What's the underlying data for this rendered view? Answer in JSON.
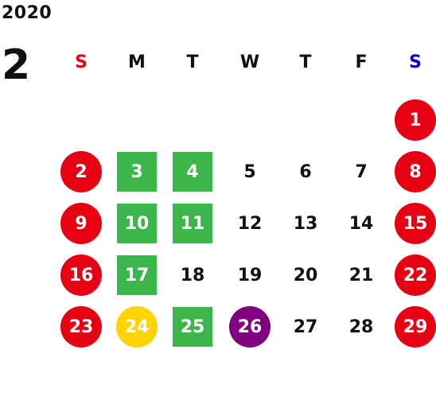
{
  "year": "2020",
  "month": "2",
  "weekdays": [
    {
      "label": "S",
      "color": "#e60012"
    },
    {
      "label": "M",
      "color": "#111111"
    },
    {
      "label": "T",
      "color": "#111111"
    },
    {
      "label": "W",
      "color": "#111111"
    },
    {
      "label": "T",
      "color": "#111111"
    },
    {
      "label": "F",
      "color": "#111111"
    },
    {
      "label": "S",
      "color": "#0000cc"
    }
  ],
  "colors": {
    "red": "#e60012",
    "green": "#3cb54a",
    "yellow": "#ffd400",
    "purple": "#800080"
  },
  "days": [
    {
      "day": "1",
      "week": 0,
      "weekday": 6,
      "mark": "red-circle"
    },
    {
      "day": "2",
      "week": 1,
      "weekday": 0,
      "mark": "red-circle"
    },
    {
      "day": "3",
      "week": 1,
      "weekday": 1,
      "mark": "green-square"
    },
    {
      "day": "4",
      "week": 1,
      "weekday": 2,
      "mark": "green-square"
    },
    {
      "day": "5",
      "week": 1,
      "weekday": 3,
      "mark": "none"
    },
    {
      "day": "6",
      "week": 1,
      "weekday": 4,
      "mark": "none"
    },
    {
      "day": "7",
      "week": 1,
      "weekday": 5,
      "mark": "none"
    },
    {
      "day": "8",
      "week": 1,
      "weekday": 6,
      "mark": "red-circle"
    },
    {
      "day": "9",
      "week": 2,
      "weekday": 0,
      "mark": "red-circle"
    },
    {
      "day": "10",
      "week": 2,
      "weekday": 1,
      "mark": "green-square"
    },
    {
      "day": "11",
      "week": 2,
      "weekday": 2,
      "mark": "green-square"
    },
    {
      "day": "12",
      "week": 2,
      "weekday": 3,
      "mark": "none"
    },
    {
      "day": "13",
      "week": 2,
      "weekday": 4,
      "mark": "none"
    },
    {
      "day": "14",
      "week": 2,
      "weekday": 5,
      "mark": "none"
    },
    {
      "day": "15",
      "week": 2,
      "weekday": 6,
      "mark": "red-circle"
    },
    {
      "day": "16",
      "week": 3,
      "weekday": 0,
      "mark": "red-circle"
    },
    {
      "day": "17",
      "week": 3,
      "weekday": 1,
      "mark": "green-square"
    },
    {
      "day": "18",
      "week": 3,
      "weekday": 2,
      "mark": "none"
    },
    {
      "day": "19",
      "week": 3,
      "weekday": 3,
      "mark": "none"
    },
    {
      "day": "20",
      "week": 3,
      "weekday": 4,
      "mark": "none"
    },
    {
      "day": "21",
      "week": 3,
      "weekday": 5,
      "mark": "none"
    },
    {
      "day": "22",
      "week": 3,
      "weekday": 6,
      "mark": "red-circle"
    },
    {
      "day": "23",
      "week": 4,
      "weekday": 0,
      "mark": "red-circle"
    },
    {
      "day": "24",
      "week": 4,
      "weekday": 1,
      "mark": "yellow-circle"
    },
    {
      "day": "25",
      "week": 4,
      "weekday": 2,
      "mark": "green-square"
    },
    {
      "day": "26",
      "week": 4,
      "weekday": 3,
      "mark": "purple-circle"
    },
    {
      "day": "27",
      "week": 4,
      "weekday": 4,
      "mark": "none"
    },
    {
      "day": "28",
      "week": 4,
      "weekday": 5,
      "mark": "none"
    },
    {
      "day": "29",
      "week": 4,
      "weekday": 6,
      "mark": "red-circle"
    }
  ]
}
